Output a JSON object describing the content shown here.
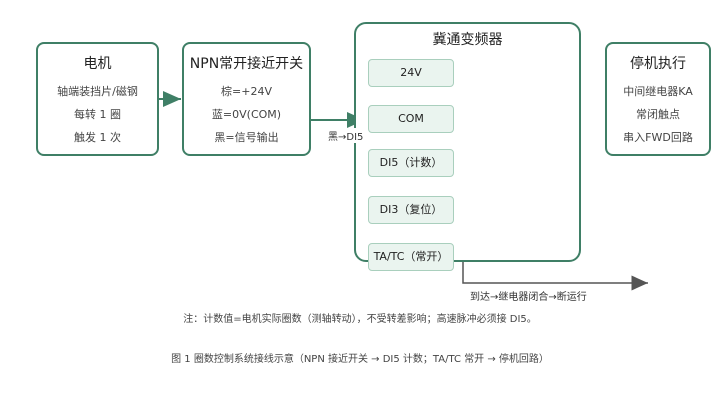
{
  "motor": {
    "title": "电机",
    "lines": [
      "轴端装挡片/磁钢",
      "每转 1 圈",
      "触发 1 次"
    ]
  },
  "sensor": {
    "title": "NPN常开接近开关",
    "lines": [
      "棕=+24V",
      "蓝=0V(COM)",
      "黑=信号输出"
    ]
  },
  "vfd": {
    "title": "冀通变频器",
    "modules": [
      "24V",
      "COM",
      "DI5（计数）",
      "DI3（复位）",
      "TA/TC（常开）"
    ]
  },
  "stop": {
    "title": "停机执行",
    "lines": [
      "中间继电器KA",
      "常闭触点",
      "串入FWD回路"
    ]
  },
  "labels": {
    "black_to_di5": "黑→DI5",
    "relay_path": "到达→继电器闭合→断运行"
  },
  "note": "注：计数值=电机实际圈数（测轴转动），不受转差影响；高速脉冲必须接 DI5。",
  "caption": "图 1 圈数控制系统接线示意（NPN 接近开关 → DI5 计数；TA/TC 常开 → 停机回路）",
  "colors": {
    "accent": "#3f7f66",
    "module_fill": "#eaf4ef",
    "arrow": "#555555"
  }
}
